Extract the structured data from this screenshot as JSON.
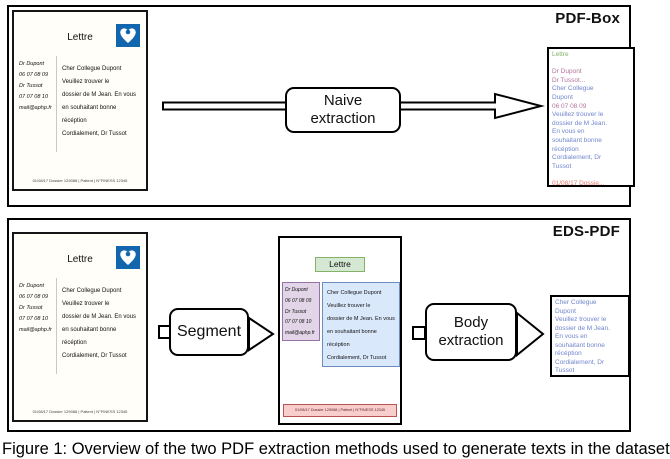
{
  "caption": "Figure 1: Overview of the two PDF extraction methods used to generate texts in the dataset",
  "colors": {
    "green": "#82b366",
    "purple": "#b5739d",
    "blue": "#7086cd",
    "red": "#e8756b",
    "seg_green_border": "#82b366",
    "seg_green_fill": "#d5e8d4",
    "seg_purple_border": "#9673a6",
    "seg_purple_fill": "#e1d5e7",
    "seg_blue_border": "#6c8ebf",
    "seg_blue_fill": "#dae8fc",
    "seg_red_border": "#b85450",
    "seg_red_fill": "#f8cecc",
    "logo_blue": "#1266ad"
  },
  "letter": {
    "title": "Lettre",
    "sidebar_lines": [
      "Dr Dupont",
      "06 07 08 09",
      "Dr Tussot",
      "07 07 08 10",
      "mail@aphp.fr"
    ],
    "body_lines": [
      "Cher Collegue Dupont",
      "Veuillez trouver le",
      "dossier de M Jean. En vous",
      "en souhaitant bonne",
      "récéption",
      "Cordialement, Dr Tussot"
    ],
    "footer": "01/08/17  Dossier 129088 | Patient | N°FINESS 12345"
  },
  "pdfbox": {
    "title": "PDF-Box",
    "arrow_label_lines": [
      "Naive",
      "extraction"
    ],
    "output_lines": [
      {
        "text": "Lettre",
        "color": "green"
      },
      {
        "text": "",
        "color": null
      },
      {
        "text": "Dr Dupont",
        "color": "purple"
      },
      {
        "text": "Dr Tussot...",
        "color": "purple"
      },
      {
        "text": "Cher Collegue",
        "color": "blue"
      },
      {
        "text": "Dupont",
        "color": "blue"
      },
      {
        "text": "06 07 08 09",
        "color": "purple"
      },
      {
        "text": "Veuillez trouver le",
        "color": "blue"
      },
      {
        "text": "dossier de M Jean.",
        "color": "blue"
      },
      {
        "text": "En vous en",
        "color": "blue"
      },
      {
        "text": "souhaitant bonne",
        "color": "blue"
      },
      {
        "text": "récéption",
        "color": "blue"
      },
      {
        "text": "Cordialement, Dr",
        "color": "blue"
      },
      {
        "text": "Tussot",
        "color": "blue"
      },
      {
        "text": "",
        "color": null
      },
      {
        "text": "01/08/17 Dossie...",
        "color": "red"
      }
    ]
  },
  "edspdf": {
    "title": "EDS-PDF",
    "segment_label": "Segment",
    "body_arrow_label_lines": [
      "Body",
      "extraction"
    ],
    "output_lines": [
      {
        "text": "Cher Collegue",
        "color": "blue"
      },
      {
        "text": "Dupont",
        "color": "blue"
      },
      {
        "text": "Veuillez trouver le",
        "color": "blue"
      },
      {
        "text": "dossier de M Jean.",
        "color": "blue"
      },
      {
        "text": "En vous en",
        "color": "blue"
      },
      {
        "text": "souhaitant bonne",
        "color": "blue"
      },
      {
        "text": "récéption",
        "color": "blue"
      },
      {
        "text": "Cordialement, Dr",
        "color": "blue"
      },
      {
        "text": "Tussot",
        "color": "blue"
      }
    ]
  }
}
